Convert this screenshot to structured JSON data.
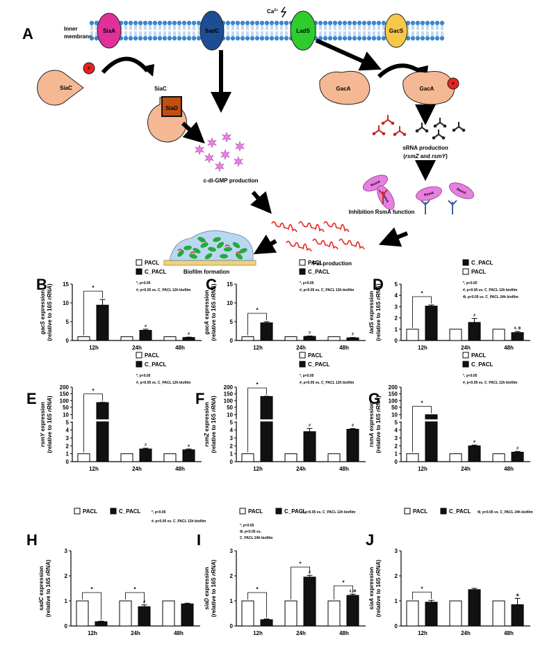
{
  "pathway": {
    "panel_letter": "A",
    "membrane_label_1": "Inner",
    "membrane_label_2": "membrane",
    "calcium": "Ca",
    "calcium_charge": "2+",
    "proteins": [
      "SiaA",
      "SadC",
      "LadS",
      "GacS"
    ],
    "siaC": "SiaC",
    "siaD": "SiaD",
    "phospho": "P",
    "gacA": "GacA",
    "cdigmp": "c-di-GMP production",
    "srna_line1": "sRNA production",
    "srna_line2_pre": "(",
    "srna_rsmZ": "rsmZ",
    "srna_and": " and ",
    "srna_rsmY": "rsmY",
    "srna_line2_post": ")",
    "rsma_protein": "RsmA",
    "inhibition": "Inhibition RsmA function",
    "psl": "Psl production",
    "biofilm": "Biofilm formation"
  },
  "chart_data": [
    {
      "id": "B",
      "panel_letter": "B",
      "type": "bar",
      "gene": "gacS",
      "ylabel_rest": " expression",
      "ylabel2_pre": "(relative to 16S ",
      "ylabel2_italic": "rRNA",
      "ylabel2_post": ")",
      "categories": [
        "12h",
        "24h",
        "48h"
      ],
      "ylim": [
        0,
        15
      ],
      "yticks": [
        "0",
        "5",
        "10",
        "15"
      ],
      "series": [
        {
          "name": "PACL",
          "values": [
            1,
            1,
            1
          ],
          "errors": [
            0,
            0,
            0
          ]
        },
        {
          "name": "C_PACL",
          "values": [
            9.4,
            2.7,
            0.8
          ],
          "errors": [
            1.5,
            0.3,
            0.1
          ]
        }
      ],
      "legend": [
        "PACL",
        "C_PACL"
      ],
      "notes": [
        "*, p<0.05",
        "#, p<0.05 vs. C_PACL 12h biofilm"
      ],
      "bar_marks": [
        "",
        "#",
        "#"
      ]
    },
    {
      "id": "C",
      "panel_letter": "C",
      "type": "bar",
      "gene": "gacA",
      "ylabel_rest": " expression",
      "ylabel2_pre": "(relative to 16S ",
      "ylabel2_italic": "rRNA",
      "ylabel2_post": ")",
      "categories": [
        "12h",
        "24h",
        "48h"
      ],
      "ylim": [
        0,
        15
      ],
      "yticks": [
        "0",
        "5",
        "10",
        "15"
      ],
      "series": [
        {
          "name": "PACL",
          "values": [
            1,
            1,
            1
          ],
          "errors": [
            0,
            0,
            0
          ]
        },
        {
          "name": "C_PACL",
          "values": [
            4.7,
            1.1,
            0.7
          ],
          "errors": [
            0.3,
            0.1,
            0.1
          ]
        }
      ],
      "legend": [
        "PACL",
        "C_PACL"
      ],
      "notes": [
        "*, p<0.05",
        "#, p<0.05 vs. C_PACL 12h biofilm"
      ],
      "bar_marks": [
        "",
        "#",
        "#"
      ]
    },
    {
      "id": "D",
      "panel_letter": "D",
      "type": "bar",
      "gene": "ladS",
      "ylabel_rest": " expression",
      "ylabel2_pre": "(relative to 16S ",
      "ylabel2_italic": "rRNA",
      "ylabel2_post": ")",
      "categories": [
        "12h",
        "24h",
        "48h"
      ],
      "ylim": [
        0,
        5
      ],
      "yticks": [
        "0",
        "1",
        "2",
        "3",
        "4",
        "5"
      ],
      "series": [
        {
          "name": "PACL",
          "values": [
            1,
            1,
            1
          ],
          "errors": [
            0,
            0,
            0
          ]
        },
        {
          "name": "C_PACL",
          "values": [
            3.05,
            1.6,
            0.7
          ],
          "errors": [
            0.1,
            0.35,
            0.1
          ]
        }
      ],
      "legend": [
        "C_PACL",
        "PACL"
      ],
      "notes": [
        "*, p<0.05",
        "#, p<0.05 vs. C_PACL 12h biofilm",
        "Φ, p<0.05 vs. C_PACL 24h biofilm"
      ],
      "bar_marks": [
        "",
        "#",
        "#, Φ"
      ]
    },
    {
      "id": "E",
      "panel_letter": "E",
      "type": "bar",
      "gene": "rsmY",
      "ylabel_rest": " expression",
      "ylabel2_pre": "(relative to 16S ",
      "ylabel2_italic": "rRNA",
      "ylabel2_post": ")",
      "categories": [
        "12h",
        "24h",
        "48h"
      ],
      "ylim": [
        0,
        200
      ],
      "yticks": [
        "0",
        "1",
        "2",
        "3",
        "4",
        "5",
        "10",
        "50",
        "100",
        "150",
        "200"
      ],
      "series": [
        {
          "name": "PACL",
          "values": [
            1,
            1,
            1
          ],
          "errors": [
            0,
            0,
            0
          ]
        },
        {
          "name": "C_PACL",
          "values": [
            85,
            1.6,
            1.5
          ],
          "errors": [
            2,
            0.1,
            0.1
          ]
        }
      ],
      "legend": [
        "PACL",
        "C_PACL"
      ],
      "notes": [
        "*, p<0.05",
        "#, p<0.05 vs. C_PACL 12h biofilm"
      ],
      "bar_marks": [
        "",
        "#",
        "#"
      ]
    },
    {
      "id": "F",
      "panel_letter": "F",
      "type": "bar",
      "gene": "rsmZ",
      "ylabel_rest": " expression",
      "ylabel2_pre": "(relative to 16S ",
      "ylabel2_italic": "rRNA",
      "ylabel2_post": ")",
      "categories": [
        "12h",
        "24h",
        "48h"
      ],
      "ylim": [
        0,
        200
      ],
      "yticks": [
        "0",
        "1",
        "2",
        "3",
        "4",
        "5",
        "10",
        "50",
        "100",
        "150",
        "200"
      ],
      "series": [
        {
          "name": "PACL",
          "values": [
            1,
            1,
            1
          ],
          "errors": [
            0,
            0,
            0
          ]
        },
        {
          "name": "C_PACL",
          "values": [
            130,
            3.8,
            4.1
          ],
          "errors": [
            2,
            0.4,
            0.1
          ]
        }
      ],
      "legend": [
        "PACL",
        "C_PACL"
      ],
      "notes": [
        "*, p<0.05",
        "#, p<0.05 vs. C_PACL 12h biofilm"
      ],
      "bar_marks": [
        "",
        "#",
        "#"
      ]
    },
    {
      "id": "G",
      "panel_letter": "G",
      "type": "bar",
      "gene": "rsmA",
      "ylabel_rest": " expression",
      "ylabel2_pre": "(relative to 16S ",
      "ylabel2_italic": "rRNA",
      "ylabel2_post": ")",
      "categories": [
        "12h",
        "24h",
        "48h"
      ],
      "ylim": [
        0,
        200
      ],
      "yticks": [
        "0",
        "1",
        "2",
        "3",
        "4",
        "5",
        "10",
        "50",
        "100",
        "150",
        "200"
      ],
      "series": [
        {
          "name": "PACL",
          "values": [
            1,
            1,
            1
          ],
          "errors": [
            0,
            0,
            0
          ]
        },
        {
          "name": "C_PACL",
          "values": [
            10,
            2,
            1.2
          ],
          "errors": [
            0,
            0.1,
            0.1
          ]
        }
      ],
      "legend": [
        "PACL",
        "C_PACL"
      ],
      "notes": [
        "*, p<0.05",
        "#, p<0.05 vs. C_PACL 12h biofilm"
      ],
      "bar_marks": [
        "",
        "#",
        "#"
      ]
    },
    {
      "id": "H",
      "panel_letter": "H",
      "type": "bar",
      "gene": "sadC",
      "ylabel_rest": " expression",
      "ylabel2_pre": "(relative to 16S ",
      "ylabel2_italic": "rRNA",
      "ylabel2_post": ")",
      "categories": [
        "12h",
        "24h",
        "48h"
      ],
      "ylim": [
        0,
        3
      ],
      "yticks": [
        "0",
        "1",
        "2",
        "3"
      ],
      "series": [
        {
          "name": "PACL",
          "values": [
            1,
            1,
            1
          ],
          "errors": [
            0,
            0,
            0
          ]
        },
        {
          "name": "C_PACL",
          "values": [
            0.17,
            0.77,
            0.88
          ],
          "errors": [
            0.02,
            0.07,
            0.03
          ]
        }
      ],
      "legend": [
        "PACL",
        "C_PACL"
      ],
      "notes": [
        "*, p<0.05",
        "#, p<0.05 vs. C_PACL 12h biofilm"
      ],
      "bar_marks": [
        "",
        "#",
        ""
      ]
    },
    {
      "id": "I",
      "panel_letter": "I",
      "type": "bar",
      "gene": "siaD",
      "ylabel_rest": " expression",
      "ylabel2_pre": "(relative to 16S ",
      "ylabel2_italic": "rRNA",
      "ylabel2_post": ")",
      "categories": [
        "12h",
        "24h",
        "48h"
      ],
      "ylim": [
        0,
        3
      ],
      "yticks": [
        "0",
        "1",
        "2",
        "3"
      ],
      "series": [
        {
          "name": "PACL",
          "values": [
            1,
            1,
            1
          ],
          "errors": [
            0,
            0,
            0
          ]
        },
        {
          "name": "C_PACL",
          "values": [
            0.25,
            1.95,
            1.22
          ],
          "errors": [
            0.03,
            0.07,
            0.05
          ]
        }
      ],
      "legend": [
        "PACL",
        "C_PACL"
      ],
      "notes": [
        "#, p<0.05 vs. C_PACL 12h biofilm",
        "*, p<0.05",
        "Φ, p<0.05 vs.",
        "C_PACL 24h biofilm"
      ],
      "bar_marks": [
        "",
        "#",
        "#, Φ"
      ]
    },
    {
      "id": "J",
      "panel_letter": "J",
      "type": "bar",
      "gene": "siaA",
      "ylabel_rest": " expression",
      "ylabel2_pre": "(relative to 16S ",
      "ylabel2_italic": "rRNA",
      "ylabel2_post": ")",
      "categories": [
        "12h",
        "24h",
        "48h"
      ],
      "ylim": [
        0,
        3
      ],
      "yticks": [
        "0",
        "1",
        "2",
        "3"
      ],
      "series": [
        {
          "name": "PACL",
          "values": [
            1,
            1,
            1
          ],
          "errors": [
            0,
            0,
            0
          ]
        },
        {
          "name": "C_PACL",
          "values": [
            0.95,
            1.45,
            0.85
          ],
          "errors": [
            0.07,
            0.05,
            0.25
          ]
        }
      ],
      "legend": [
        "PACL",
        "C_PACL"
      ],
      "notes": [
        "Φ, p<0.05 vs. C_PACL 24h biofilm"
      ],
      "bar_marks": [
        "",
        "",
        "Φ"
      ]
    }
  ]
}
